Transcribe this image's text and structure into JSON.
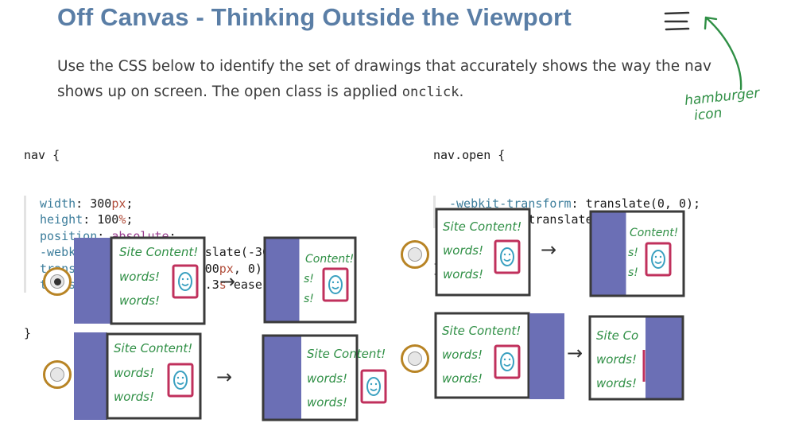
{
  "title": "Off Canvas - Thinking Outside the Viewport",
  "instructions": {
    "before_code": "Use the CSS below to identify the set of drawings that accurately shows the way the nav shows up on screen. The open class is applied ",
    "code_word": "onclick",
    "after_code": "."
  },
  "annotation": {
    "hamburger_line1": "hamburger",
    "hamburger_line2": "icon"
  },
  "css_nav": {
    "selector": "nav {",
    "lines": [
      {
        "prop": "width",
        "value": "300",
        "unit": "px",
        "end": ";"
      },
      {
        "prop": "height",
        "value": "100",
        "unit": "%",
        "end": ";"
      },
      {
        "prop": "position",
        "value": "absolute",
        "unit": "",
        "end": ";"
      },
      {
        "prop": "-webkit-transform",
        "value": "translate(-300",
        "unit": "px",
        "end": ", 0);"
      },
      {
        "prop": "transform",
        "value": "translate(-300",
        "unit": "px",
        "end": ", 0);"
      },
      {
        "prop": "transition",
        "value": "transform 0.3",
        "unit": "s",
        "end": " ease;"
      }
    ],
    "close": "}"
  },
  "css_nav_open": {
    "selector": "nav.open {",
    "lines": [
      {
        "prop": "-webkit-transform",
        "value": "translate(0, 0);"
      },
      {
        "prop": "transform",
        "value": "translate(0, 0);"
      }
    ],
    "close": "}"
  },
  "drawing_text": {
    "site_content": "Site Content!",
    "words": "words!",
    "content_partial": "Content!",
    "s_partial": "s!",
    "site_co_partial": "Site Co",
    "arrow": "→"
  },
  "options": [
    {
      "id": "A",
      "selected": true
    },
    {
      "id": "B",
      "selected": false
    },
    {
      "id": "C",
      "selected": false
    },
    {
      "id": "D",
      "selected": false
    }
  ],
  "colors": {
    "title": "#5a7ea6",
    "nav_fill": "#6b6fb5",
    "handwriting": "#2f8f45",
    "phone_frame": "#3a3a3a",
    "image_border": "#c0305c",
    "smiley": "#3aa0c0",
    "radio_ring": "#b88425"
  }
}
